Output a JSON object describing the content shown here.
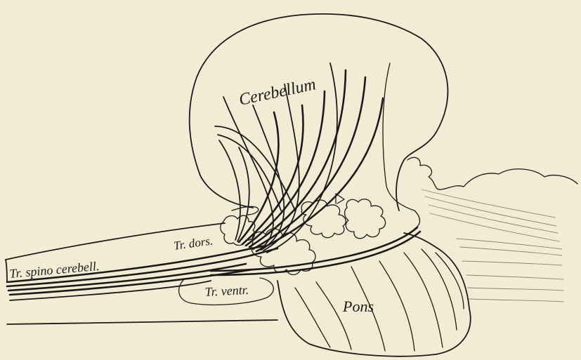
{
  "labels": {
    "cerebellum": "Cerebellum",
    "tr_dors": "Tr. dors.",
    "tr_spino_cerebell": "Tr. spino cerebell.",
    "tr_ventr": "Tr. ventr.",
    "pons": "Pons"
  },
  "colors": {
    "paper": "#f3ecd4",
    "ink": "#1b1a18"
  }
}
